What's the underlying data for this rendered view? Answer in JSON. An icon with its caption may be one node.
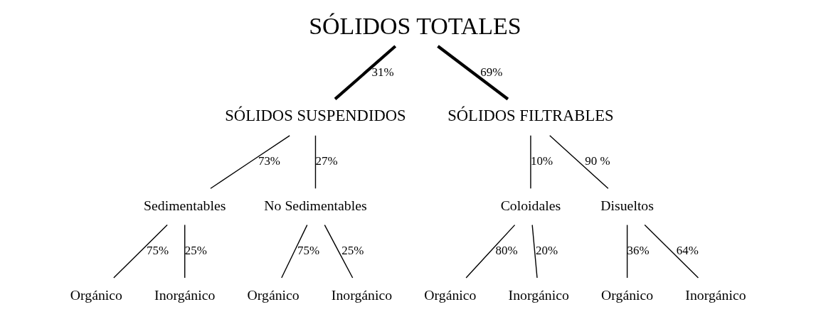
{
  "diagram": {
    "nodes": [
      {
        "text": [
          "SÓLIDOS TOTALES"
        ]
      },
      {
        "text": [
          "SÓLIDOS SUSPENDIDOS"
        ]
      },
      {
        "text": [
          "SÓLIDOS FILTRABLES"
        ]
      },
      {
        "text": [
          "Sedimentables"
        ]
      },
      {
        "text": [
          "No Sedimentables"
        ]
      },
      {
        "text": [
          "Coloidales"
        ]
      },
      {
        "text": [
          "Disueltos"
        ]
      },
      {
        "text": [
          "Orgánico"
        ]
      },
      {
        "text": [
          "Inorgánico"
        ]
      },
      {
        "text": [
          "Orgánico"
        ]
      },
      {
        "text": [
          "Inorgánico"
        ]
      },
      {
        "text": [
          "Orgánico"
        ]
      },
      {
        "text": [
          "Inorgánico"
        ]
      },
      {
        "text": [
          "Orgánico"
        ]
      },
      {
        "text": [
          "Inorgánico"
        ]
      }
    ],
    "edges": [
      {
        "from": 0,
        "to": 1,
        "arrow": "none",
        "label": "31%",
        "style": "thick"
      },
      {
        "from": 0,
        "to": 2,
        "arrow": "none",
        "label": "69%",
        "style": "thick"
      },
      {
        "from": 1,
        "to": 3,
        "arrow": "none",
        "label": "73%"
      },
      {
        "from": 1,
        "to": 4,
        "arrow": "none",
        "label": "27%"
      },
      {
        "from": 2,
        "to": 5,
        "arrow": "none",
        "label": "10%"
      },
      {
        "from": 2,
        "to": 6,
        "arrow": "none",
        "label": "90 %"
      },
      {
        "from": 3,
        "to": 7,
        "arrow": "none",
        "label": "75%"
      },
      {
        "from": 3,
        "to": 8,
        "arrow": "none",
        "label": "25%"
      },
      {
        "from": 4,
        "to": 9,
        "arrow": "none",
        "label": "75%"
      },
      {
        "from": 4,
        "to": 10,
        "arrow": "none",
        "label": "25%"
      },
      {
        "from": 5,
        "to": 11,
        "arrow": "none",
        "label": "80%"
      },
      {
        "from": 5,
        "to": 12,
        "arrow": "none",
        "label": "20%"
      },
      {
        "from": 6,
        "to": 13,
        "arrow": "none",
        "label": "36%"
      },
      {
        "from": 6,
        "to": 14,
        "arrow": "none",
        "label": "64%"
      }
    ]
  }
}
